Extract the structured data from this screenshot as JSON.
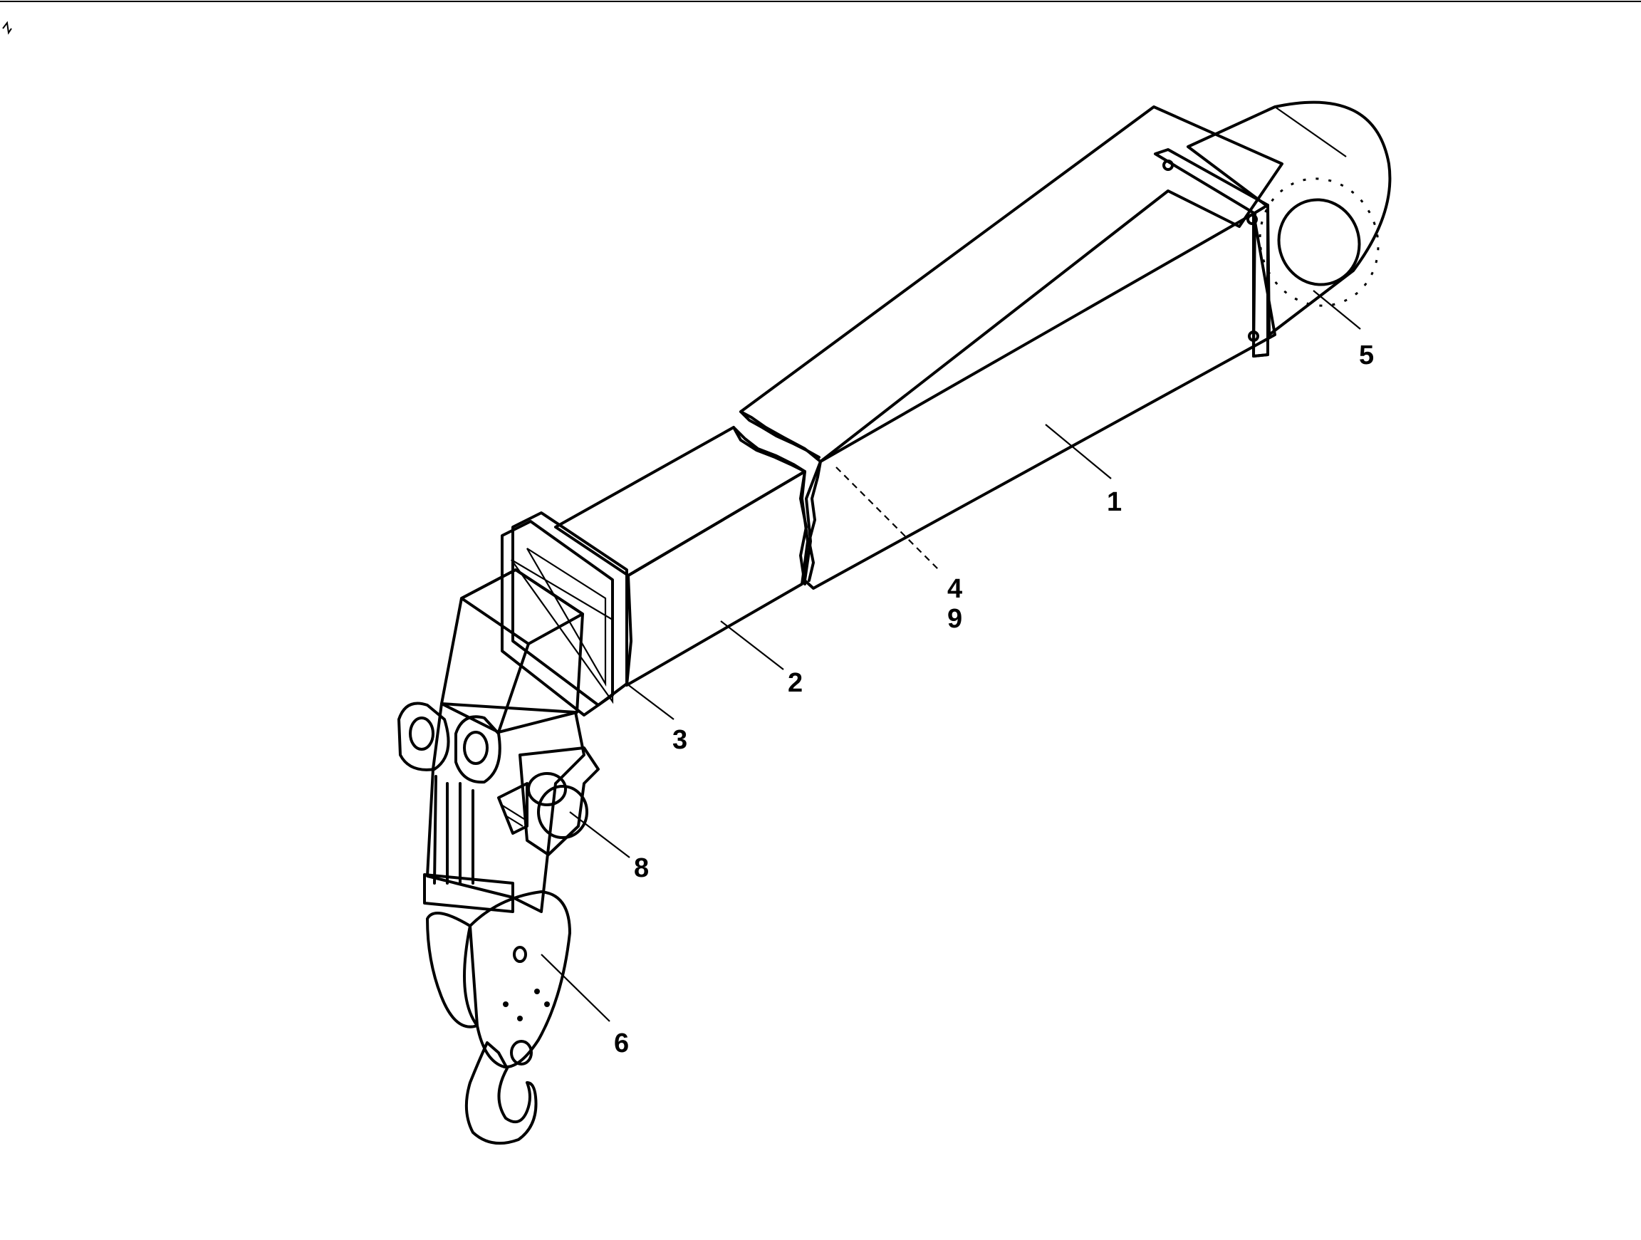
{
  "diagram": {
    "callouts": [
      {
        "id": "c1",
        "text": "1"
      },
      {
        "id": "c2",
        "text": "2"
      },
      {
        "id": "c3",
        "text": "3"
      },
      {
        "id": "c4",
        "text": "4"
      },
      {
        "id": "c9",
        "text": "9"
      },
      {
        "id": "c5",
        "text": "5"
      },
      {
        "id": "c6",
        "text": "6"
      },
      {
        "id": "c8",
        "text": "8"
      }
    ]
  },
  "colors": {
    "ink": "#000000",
    "paper": "#ffffff"
  }
}
